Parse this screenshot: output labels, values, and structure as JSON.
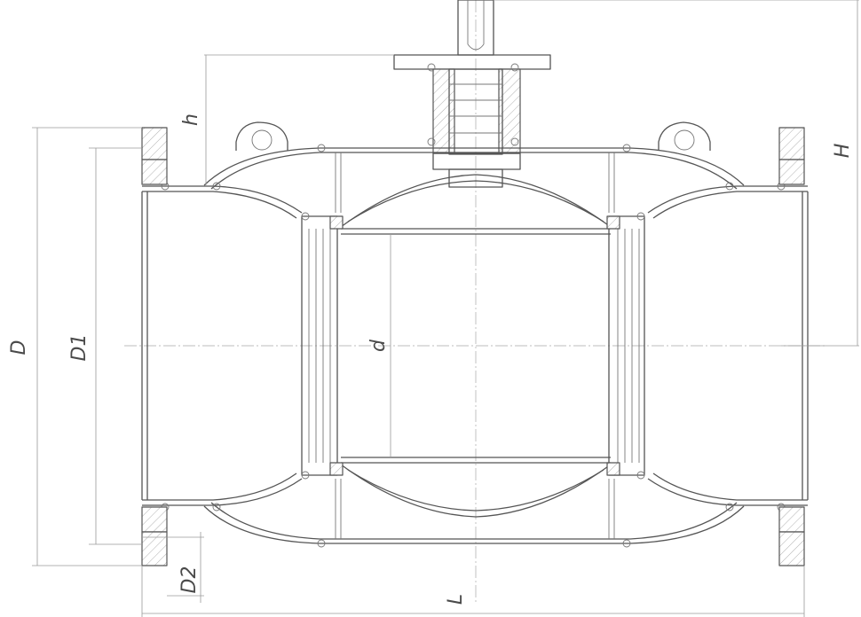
{
  "drawing": {
    "labels": {
      "D": "D",
      "D1": "D1",
      "D2": "D2",
      "d": "d",
      "h": "h",
      "H": "H",
      "L": "L"
    },
    "colors": {
      "stroke": "#555555",
      "hatch": "#b0b0b0",
      "dimension": "#9a9a9a"
    }
  }
}
